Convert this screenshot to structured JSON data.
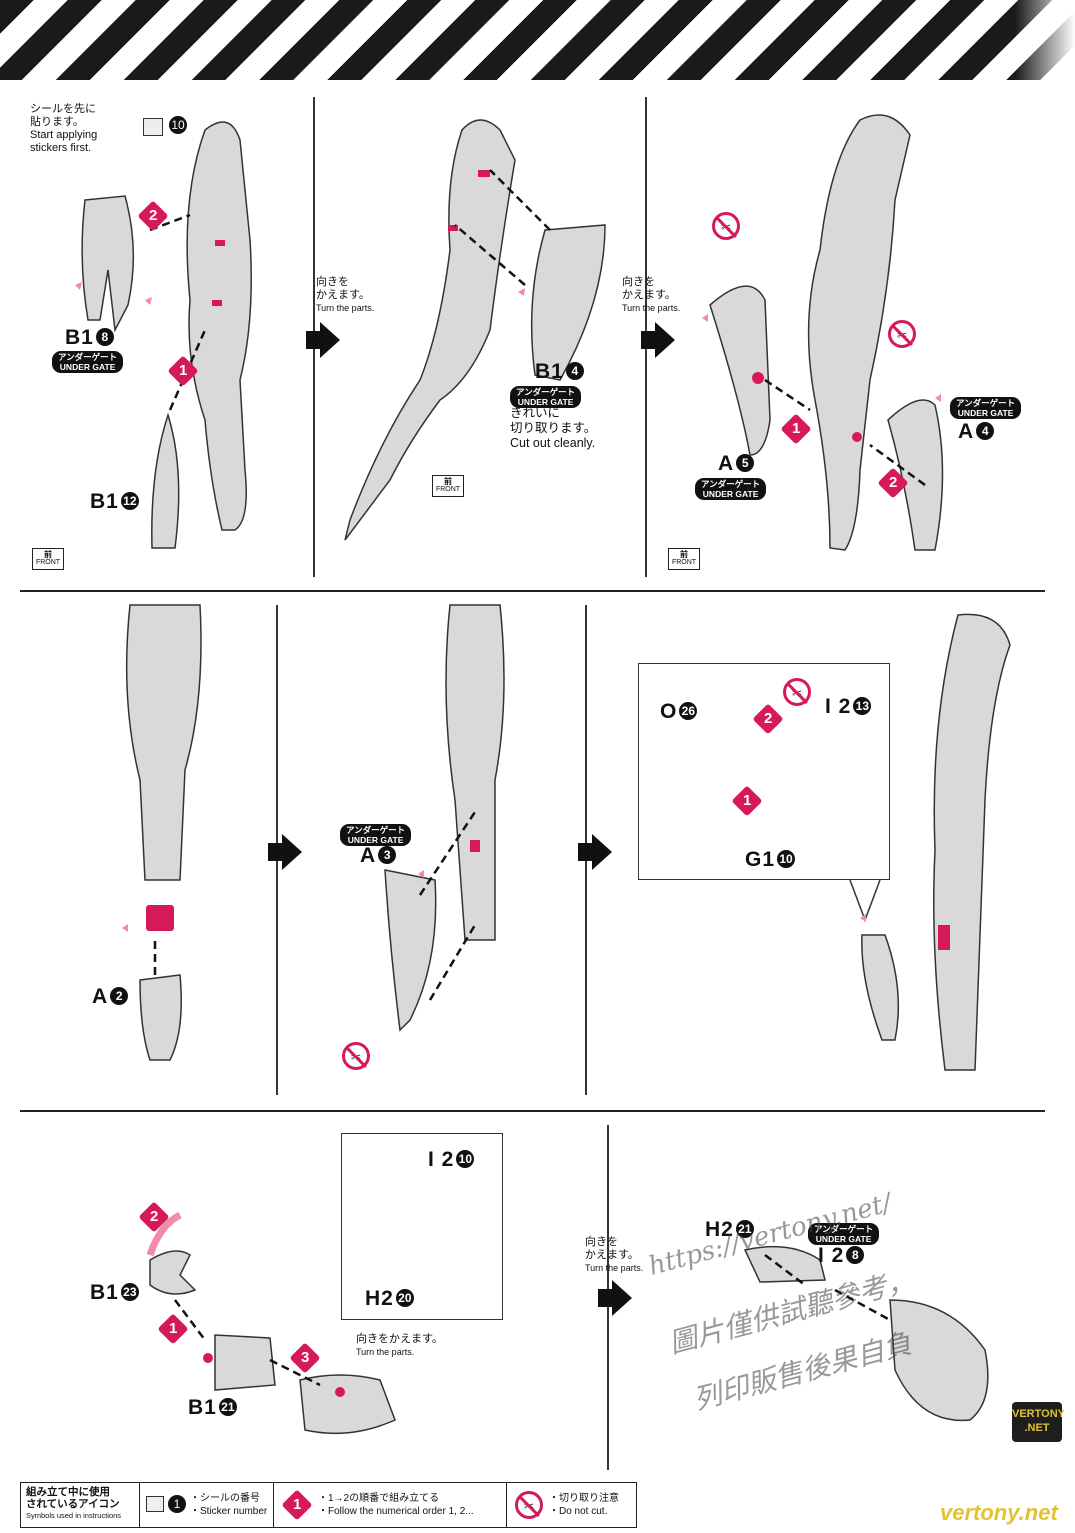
{
  "labels": {
    "b1_8": "B1",
    "b1_8n": "8",
    "b1_12": "B1",
    "b1_12n": "12",
    "b1_4": "B1",
    "b1_4n": "4",
    "a5": "A",
    "a5n": "5",
    "a4": "A",
    "a4n": "4",
    "a2": "A",
    "a2n": "2",
    "a3": "A",
    "a3n": "3",
    "o26": "O",
    "o26n": "26",
    "i2_13": "I 2",
    "i2_13n": "13",
    "g1_10": "G1",
    "g1_10n": "10",
    "i2_10": "I 2",
    "i2_10n": "10",
    "h2_20": "H2",
    "h2_20n": "20",
    "b1_23": "B1",
    "b1_23n": "23",
    "b1_21": "B1",
    "b1_21n": "21",
    "h2_21": "H2",
    "h2_21n": "21",
    "i2_8": "I 2",
    "i2_8n": "8",
    "sticker10": "10"
  },
  "gate": {
    "jp": "アンダーゲート",
    "en": "UNDER GATE"
  },
  "notes": {
    "sticker_jp1": "シールを先に",
    "sticker_jp2": "貼ります。",
    "sticker_en1": "Start applying",
    "sticker_en2": "stickers first.",
    "turn_jp1": "向きを",
    "turn_jp2": "かえます。",
    "turn_en": "Turn the parts.",
    "turn_single_jp": "向きをかえます。",
    "cut_jp1": "きれいに",
    "cut_jp2": "切り取ります。",
    "cut_en": "Cut out cleanly."
  },
  "front": {
    "jp": "前",
    "en": "FRONT"
  },
  "steps": [
    "1",
    "2",
    "3"
  ],
  "legend": {
    "title_jp1": "組み立て中に使用",
    "title_jp2": "されているアイコン",
    "title_en": "Symbols used in instructions",
    "sticker_icon": "1",
    "sticker_jp": "・シールの番号",
    "sticker_en": "・Sticker number",
    "order_icon": "1",
    "order_jp": "・1→2の順番で組み立てる",
    "order_en": "・Follow the numerical order 1, 2...",
    "cut_jp": "・切り取り注意",
    "cut_en": "・Do not cut."
  },
  "watermark": {
    "url": "https://vertony.net/",
    "line1": "圖片僅供試聽參考，",
    "line2": "列印販售後果自負",
    "logo1": "VERTONY",
    "logo2": ".NET",
    "footer": "vertony.net"
  },
  "colors": {
    "accent": "#d6195b",
    "part": "#d9d9d9"
  }
}
